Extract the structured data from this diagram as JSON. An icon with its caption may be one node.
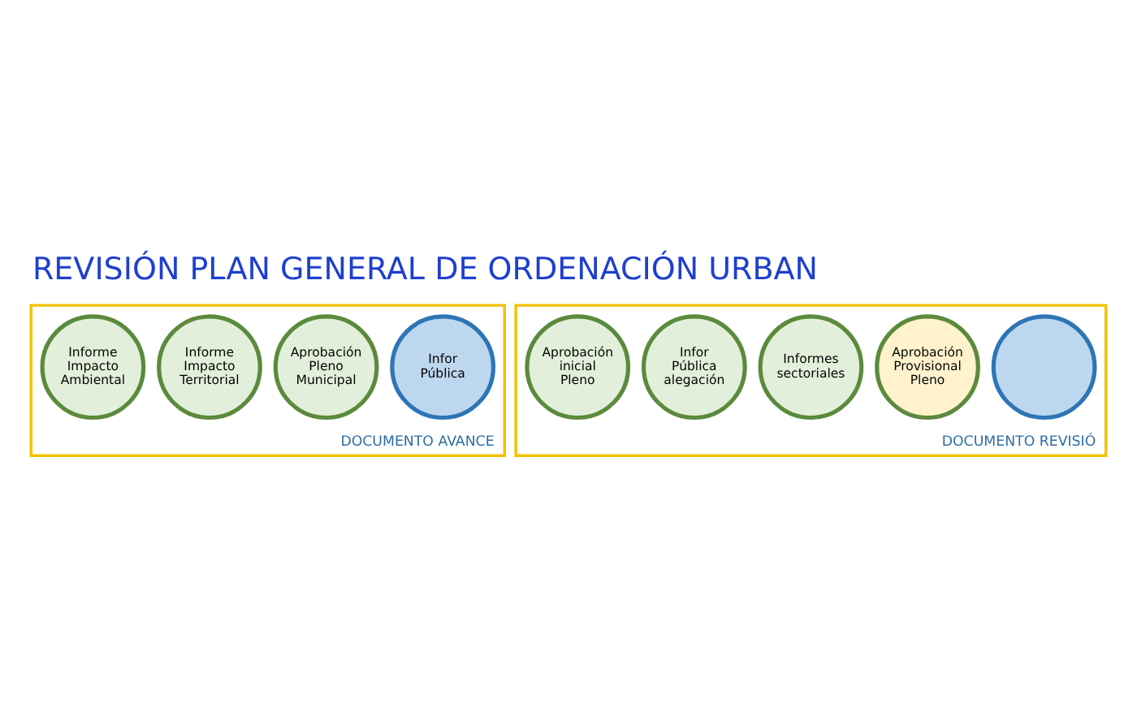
{
  "diagram": {
    "title": "REVISIÓN PLAN GENERAL DE ORDENACIÓN URBAN",
    "nodes": [
      {
        "text": [
          "DOCUMENTO AVANCE"
        ]
      },
      {
        "text": [
          "Informe Impacto Ambiental"
        ],
        "in": 0
      },
      {
        "text": [
          "Informe Impacto Territorial"
        ],
        "in": 0
      },
      {
        "text": [
          "Aprobación Pleno Municipal"
        ],
        "in": 0
      },
      {
        "text": [
          "Infor Pública"
        ],
        "in": 0
      },
      {
        "text": [
          "DOCUMENTO REVISIÓ"
        ]
      },
      {
        "text": [
          "Aprobación inicial Pleno"
        ],
        "in": 5
      },
      {
        "text": [
          "Infor Pública alegación"
        ],
        "in": 5
      },
      {
        "text": [
          "Informes sectoriales"
        ],
        "in": 5
      },
      {
        "text": [
          "Aprobación Provisional Pleno"
        ],
        "in": 5
      },
      {
        "text": [],
        "shape": "circle",
        "in": 5
      }
    ],
    "edges": []
  }
}
